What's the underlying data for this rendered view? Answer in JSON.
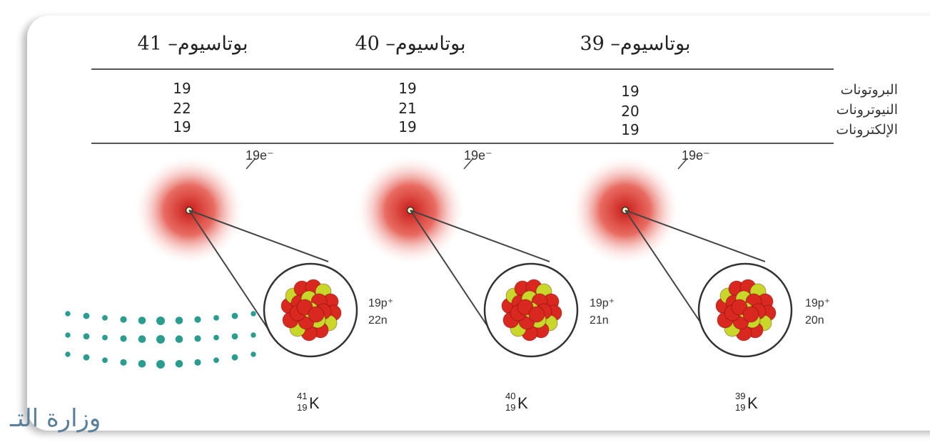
{
  "isotopes": [
    {
      "name": "بوتاسيوم– 39",
      "protons": "19",
      "neutrons": "20",
      "electrons": "19",
      "e_label": "19e⁻",
      "p_label": "19p⁺",
      "n_label": "20n",
      "mass": "39",
      "atomic": "19",
      "symbol": "K"
    },
    {
      "name": "بوتاسيوم– 40",
      "protons": "19",
      "neutrons": "21",
      "electrons": "19",
      "e_label": "19e⁻",
      "p_label": "19p⁺",
      "n_label": "21n",
      "mass": "40",
      "atomic": "19",
      "symbol": "K"
    },
    {
      "name": "بوتاسيوم– 41",
      "protons": "19",
      "neutrons": "22",
      "electrons": "19",
      "e_label": "19e⁻",
      "p_label": "19p⁺",
      "n_label": "22n",
      "mass": "41",
      "atomic": "19",
      "symbol": "K"
    }
  ],
  "row_labels": {
    "protons": "البروتونات",
    "neutrons": "النيوترونات",
    "electrons": "الإلكترونات"
  },
  "logo": {
    "text": "وزارة التـ",
    "color": "#2a9d8f"
  },
  "colors": {
    "cloud": "#d8281f",
    "proton": "#d8281f",
    "neutron": "#c9d62a",
    "line": "#555555"
  }
}
